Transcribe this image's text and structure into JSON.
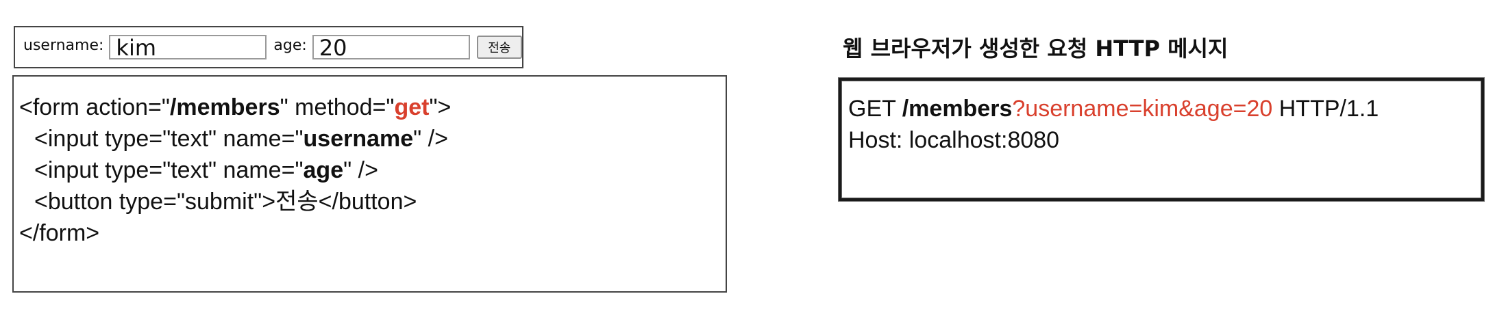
{
  "form_preview": {
    "username_label": "username:",
    "username_value": "kim",
    "age_label": "age:",
    "age_value": "20",
    "submit_label": "전송"
  },
  "code": {
    "line1": {
      "p1": "<form action=\"",
      "p2": "/members",
      "p3": "\" method=\"",
      "p4": "get",
      "p5": "\">"
    },
    "line2": {
      "p1": "<input type=\"text\" name=\"",
      "p2": "username",
      "p3": "\" />"
    },
    "line3": {
      "p1": "<input type=\"text\" name=\"",
      "p2": "age",
      "p3": "\" />"
    },
    "line4": {
      "p1": "<button type=\"submit\">",
      "p2": "전송",
      "p3": "</button>"
    },
    "line5": "</form>"
  },
  "http": {
    "title": "웹 브라우저가 생성한 요청 HTTP 메시지",
    "line1": {
      "method": "GET ",
      "path": "/members",
      "query": "?username=kim&age=20",
      "version": " HTTP/1.1"
    },
    "line2": "Host: localhost:8080"
  },
  "colors": {
    "highlight": "#d9402d"
  }
}
